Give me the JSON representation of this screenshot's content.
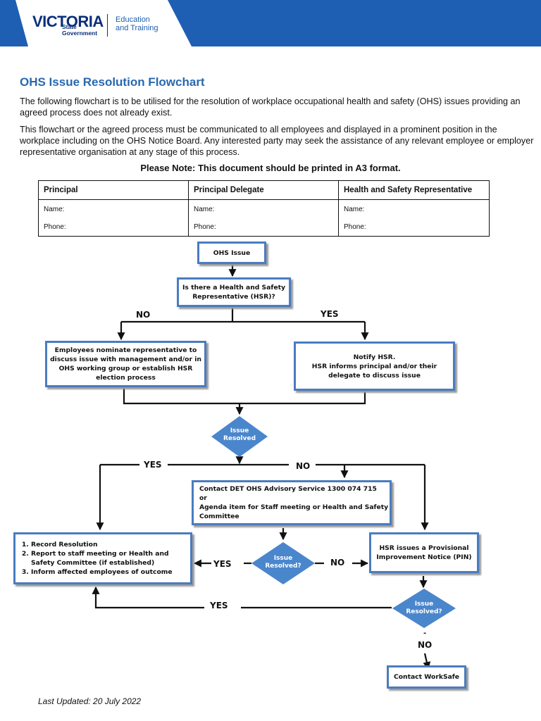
{
  "header": {
    "logo_name": "VICTORIA",
    "logo_sub_1": "State",
    "logo_sub_2": "Government",
    "dept_1": "Education",
    "dept_2": "and Training",
    "banner_color": "#1e5fb3"
  },
  "document": {
    "title": "OHS Issue Resolution Flowchart",
    "paragraph_1": "The following flowchart is to be utilised for the resolution of workplace occupational health and safety (OHS) issues providing an agreed process does not already exist.",
    "paragraph_2": "This flowchart or the agreed process must be communicated to all employees and displayed in a prominent position in the workplace including on the OHS Notice Board. Any interested party may seek the assistance of any relevant employee or employer representative organisation at any stage of this process.",
    "note": "Please Note: This document should be printed in A3 format."
  },
  "contacts_table": {
    "headers": [
      "Principal",
      "Principal Delegate",
      "Health and Safety Representative"
    ],
    "name_label": "Name:",
    "phone_label": "Phone:"
  },
  "flowchart": {
    "ohs_issue": "OHS Issue",
    "is_hsr_1": "Is there a Health and Safety",
    "is_hsr_2": "Representative (HSR)?",
    "no_1": "NO",
    "yes_1": "YES",
    "employees_1": "Employees nominate representative to",
    "employees_2": "discuss issue with management and/or in",
    "employees_3": "OHS working group or establish HSR",
    "employees_4": "election process",
    "notify_1": "Notify HSR.",
    "notify_2": "HSR informs principal and/or their",
    "notify_3": "delegate to discuss issue",
    "issue_resolved_1a": "Issue",
    "issue_resolved_1b": "Resolved",
    "yes_2": "YES",
    "no_2": "NO",
    "contact_det_1": "Contact DET OHS Advisory Service 1300 074 715",
    "contact_det_2": "or",
    "contact_det_3": "Agenda item for Staff meeting or Health and Safety",
    "contact_det_4": "Committee",
    "record_items": [
      "Record Resolution",
      "Report to staff meeting or Health and Safety Committee (if established)",
      "Inform affected employees of outcome"
    ],
    "issue_resolved_2a": "Issue",
    "issue_resolved_2b": "Resolved?",
    "yes_3": "YES",
    "no_3": "NO",
    "pin_1": "HSR issues a Provisional",
    "pin_2": "Improvement Notice (PIN)",
    "yes_4": "YES",
    "issue_resolved_3a": "Issue",
    "issue_resolved_3b": "Resolved?",
    "dash": "-",
    "no_4": "NO",
    "worksafe": "Contact WorkSafe",
    "box_border_color": "#4a7cc0",
    "diamond_color": "#4a86cc"
  },
  "footer": {
    "last_updated": "Last Updated: 20 July 2022"
  }
}
